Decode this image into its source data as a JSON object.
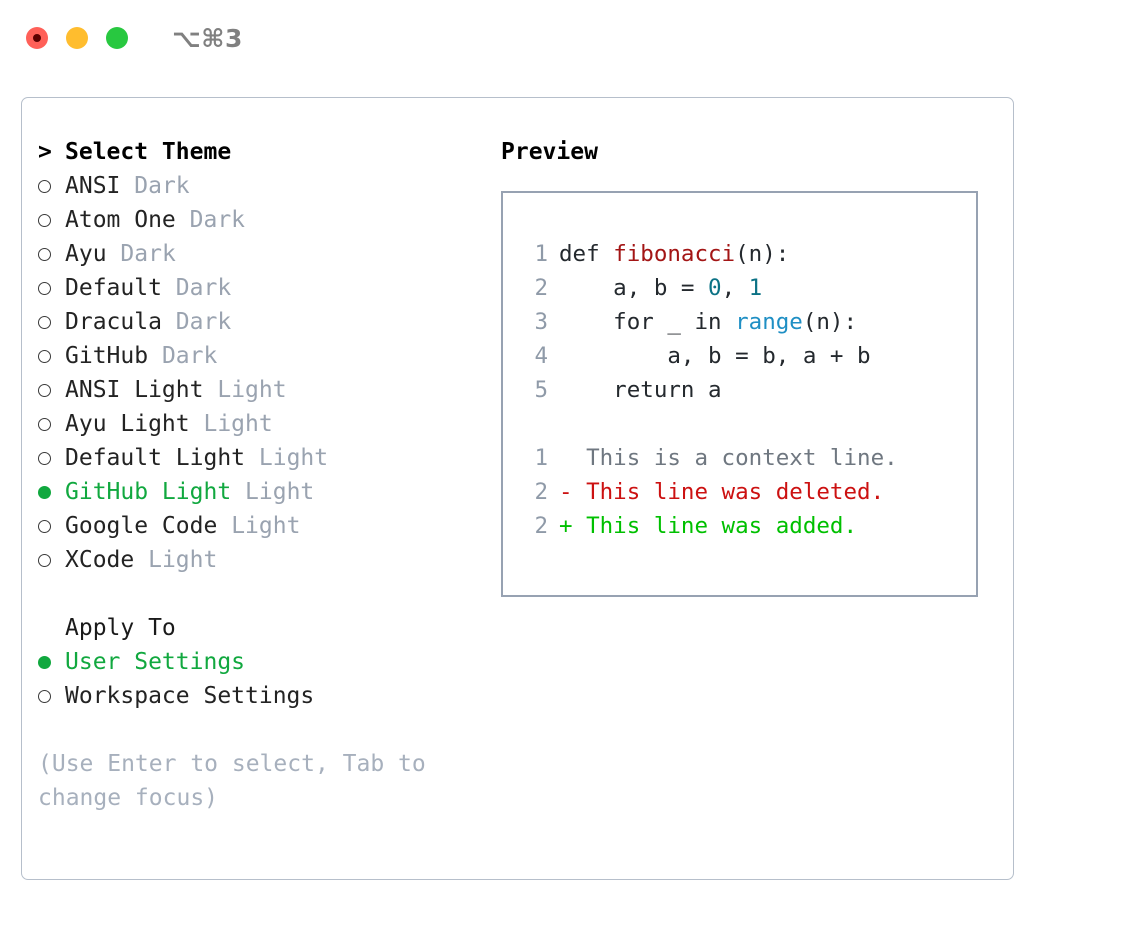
{
  "titlebar": {
    "shortcut": "⌥⌘3",
    "buttons": [
      {
        "name": "close",
        "color": "#ff6058"
      },
      {
        "name": "minimize",
        "color": "#ffbd2e"
      },
      {
        "name": "zoom",
        "color": "#28c840"
      }
    ]
  },
  "theme_picker": {
    "prompt": ">",
    "header": "Select Theme",
    "items": [
      {
        "name": "ANSI",
        "variant": "Dark",
        "selected": false
      },
      {
        "name": "Atom One",
        "variant": "Dark",
        "selected": false
      },
      {
        "name": "Ayu",
        "variant": "Dark",
        "selected": false
      },
      {
        "name": "Default",
        "variant": "Dark",
        "selected": false
      },
      {
        "name": "Dracula",
        "variant": "Dark",
        "selected": false
      },
      {
        "name": "GitHub",
        "variant": "Dark",
        "selected": false
      },
      {
        "name": "ANSI Light",
        "variant": "Light",
        "selected": false
      },
      {
        "name": "Ayu Light",
        "variant": "Light",
        "selected": false
      },
      {
        "name": "Default Light",
        "variant": "Light",
        "selected": false
      },
      {
        "name": "GitHub Light",
        "variant": "Light",
        "selected": true
      },
      {
        "name": "Google Code",
        "variant": "Light",
        "selected": false
      },
      {
        "name": "XCode",
        "variant": "Light",
        "selected": false
      }
    ]
  },
  "apply_to": {
    "label": "Apply To",
    "options": [
      {
        "label": "User Settings",
        "selected": true
      },
      {
        "label": "Workspace Settings",
        "selected": false
      }
    ]
  },
  "hint": "(Use Enter to select, Tab to change focus)",
  "preview": {
    "title": "Preview",
    "code_lines": [
      {
        "num": "1",
        "tokens": [
          {
            "t": "def ",
            "c": "kw"
          },
          {
            "t": "fibonacci",
            "c": "fn"
          },
          {
            "t": "(n):",
            "c": "plain"
          }
        ]
      },
      {
        "num": "2",
        "tokens": [
          {
            "t": "    a, b = ",
            "c": "plain"
          },
          {
            "t": "0",
            "c": "num"
          },
          {
            "t": ", ",
            "c": "plain"
          },
          {
            "t": "1",
            "c": "num"
          }
        ]
      },
      {
        "num": "3",
        "tokens": [
          {
            "t": "    for _ in ",
            "c": "plain"
          },
          {
            "t": "range",
            "c": "call"
          },
          {
            "t": "(n):",
            "c": "plain"
          }
        ]
      },
      {
        "num": "4",
        "tokens": [
          {
            "t": "        a, b = b, a + b",
            "c": "plain"
          }
        ]
      },
      {
        "num": "5",
        "tokens": [
          {
            "t": "    return a",
            "c": "plain"
          }
        ]
      }
    ],
    "diff_lines": [
      {
        "num": "1",
        "sign": " ",
        "text": "This is a context line.",
        "kind": "ctx"
      },
      {
        "num": "2",
        "sign": "-",
        "text": "This line was deleted.",
        "kind": "del"
      },
      {
        "num": "2",
        "sign": "+",
        "text": "This line was added.",
        "kind": "add"
      }
    ]
  },
  "colors": {
    "selected_green": "#11a83f",
    "variant_gray": "#9aa3b0",
    "hint_gray": "#a7b0bd",
    "line_number": "#8f9aa8",
    "diff_deleted": "#cc1111",
    "diff_added": "#00c000",
    "diff_context": "#6f7780",
    "token_function": "#a31515",
    "token_number": "#0b7285",
    "token_call": "#1f8fc4",
    "panel_border": "#b6bfcb",
    "preview_border": "#97a2b2"
  }
}
